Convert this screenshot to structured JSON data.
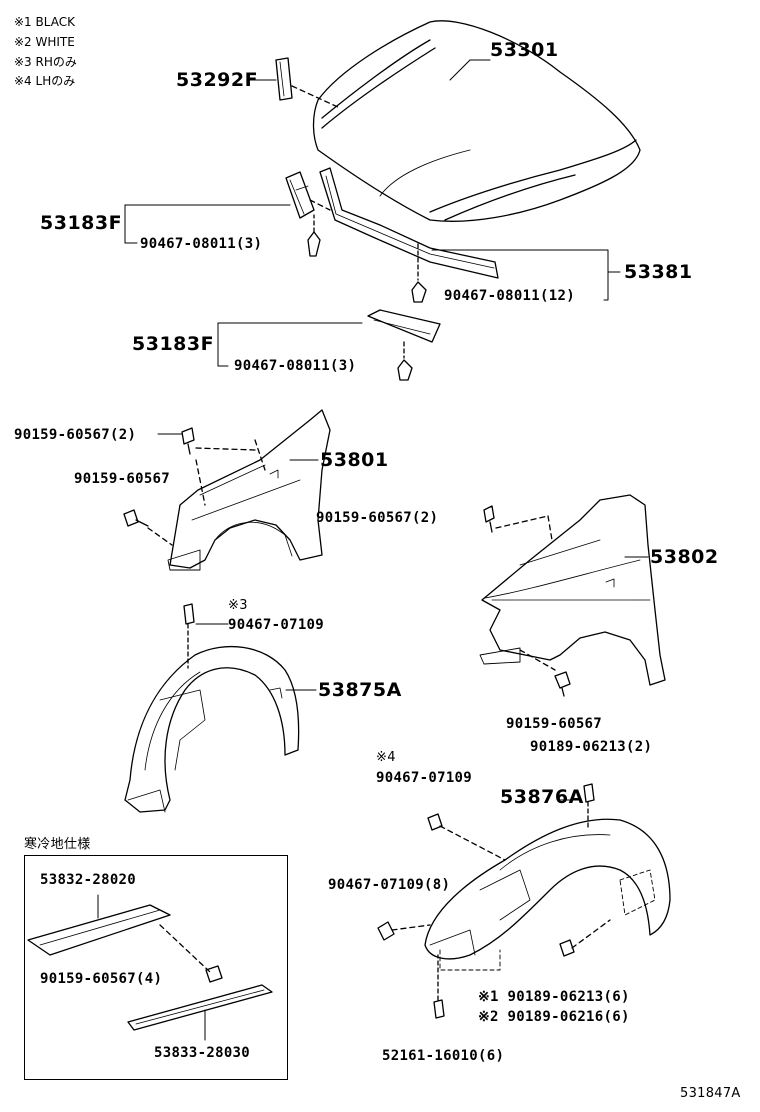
{
  "notes": {
    "n1": "※1 BLACK",
    "n2": "※2 WHITE",
    "n3": "※3 RHのみ",
    "n4": "※4 LHのみ"
  },
  "parts": {
    "hood": "53301",
    "hood_seal_clip": "53292F",
    "hood_seal_left": "53183F",
    "clip_left": "90467-08011(3)",
    "hood_seal_front": "53381",
    "clip_front": "90467-08011(12)",
    "hood_seal_right": "53183F",
    "clip_right": "90467-08011(3)",
    "bolt_top": "90159-60567(2)",
    "bolt_single": "90159-60567",
    "fender_rh": "53801",
    "bolt_fender_lh": "90159-60567(2)",
    "fender_lh": "53802",
    "liner_rh_mark": "※3",
    "liner_rh_clip": "90467-07109",
    "liner_rh": "53875A",
    "bolt_lh_bottom": "90159-60567",
    "clip_liner_lh": "90189-06213(2)",
    "liner_lh_mark": "※4",
    "liner_lh_clip": "90467-07109",
    "liner_lh": "53876A",
    "clip_liner_lh_8": "90467-07109(8)",
    "clip_black": "※1 90189-06213(6)",
    "clip_white": "※2 90189-06216(6)",
    "screw_bottom": "52161-16010(6)"
  },
  "cold_spec": {
    "title": "寒冷地仕様",
    "part_top": "53832-28020",
    "bolt": "90159-60567(4)",
    "part_bottom": "53833-28030"
  },
  "figure_id": "531847A"
}
